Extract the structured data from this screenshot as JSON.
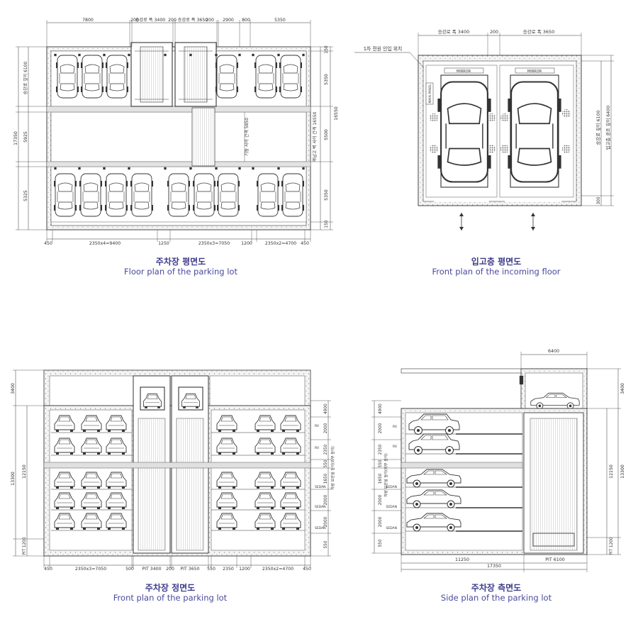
{
  "drawings": {
    "floor_plan": {
      "caption_ko": "주차장 평면도",
      "caption_en": "Floor plan of the parking lot",
      "top_dims": [
        "7800",
        "200",
        "승강로 폭 3400",
        "200",
        "승강로 폭 3650",
        "200",
        "2900",
        "800",
        "5350"
      ],
      "bottom_dims": [
        "450",
        "2350x4=9400",
        "1250",
        "2350x3=7050",
        "1200",
        "2350x2=4700",
        "450"
      ],
      "left_dims": [
        "17350",
        "승강로 깊이 6100",
        "5925",
        "5325"
      ],
      "right_dims": [
        "150",
        "5350",
        "16550",
        "5500",
        "5350",
        "150"
      ],
      "side_notes": [
        "기둥 사이 간격 5850",
        "격납고 벽 사이 간격 16550"
      ]
    },
    "incoming_floor": {
      "caption_ko": "입고층 평면도",
      "caption_en": "Front plan of the incoming floor",
      "top_dims": [
        "승강로 폭 3400",
        "200",
        "승강로 폭 3650"
      ],
      "callout": "1차 전원 인입 위치",
      "labels": [
        "MAIN PANEL",
        "MIRROR",
        "MIRROR"
      ],
      "right_dims": [
        "승강로 깊이 6100",
        "입고층 공조 깊이 6400",
        "300"
      ]
    },
    "front_plan": {
      "caption_ko": "주차장 정면도",
      "caption_en": "Front plan of the parking lot",
      "bottom_dims": [
        "450",
        "2350x3=7050",
        "500",
        "PIT 3400",
        "200",
        "PIT 3650",
        "550",
        "2350",
        "1200",
        "2350x2=4700",
        "450"
      ],
      "left_dims": [
        "3400",
        "13300",
        "12150",
        "PIT 1200"
      ],
      "right_dims": [
        "4900",
        "2000",
        "2350",
        "550",
        "1650",
        "2000",
        "2000",
        "550"
      ],
      "tags": [
        "RV",
        "RV",
        "SEDAN",
        "SEDAN",
        "SEDAN"
      ]
    },
    "side_plan": {
      "caption_ko": "주차장 측면도",
      "caption_en": "Side plan of the parking lot",
      "top_dims": [
        "6400"
      ],
      "bottom_dims": [
        "11250",
        "PIT 6100",
        "17350"
      ],
      "left_dims": [
        "4900",
        "2000",
        "2350",
        "550",
        "1650",
        "2000",
        "2000",
        "550"
      ],
      "right_dims": [
        "3400",
        "12150",
        "13300",
        "PIT 1200"
      ],
      "tags": [
        "RV",
        "RV",
        "SEDAN",
        "SEDAN",
        "SEDAN"
      ]
    }
  }
}
